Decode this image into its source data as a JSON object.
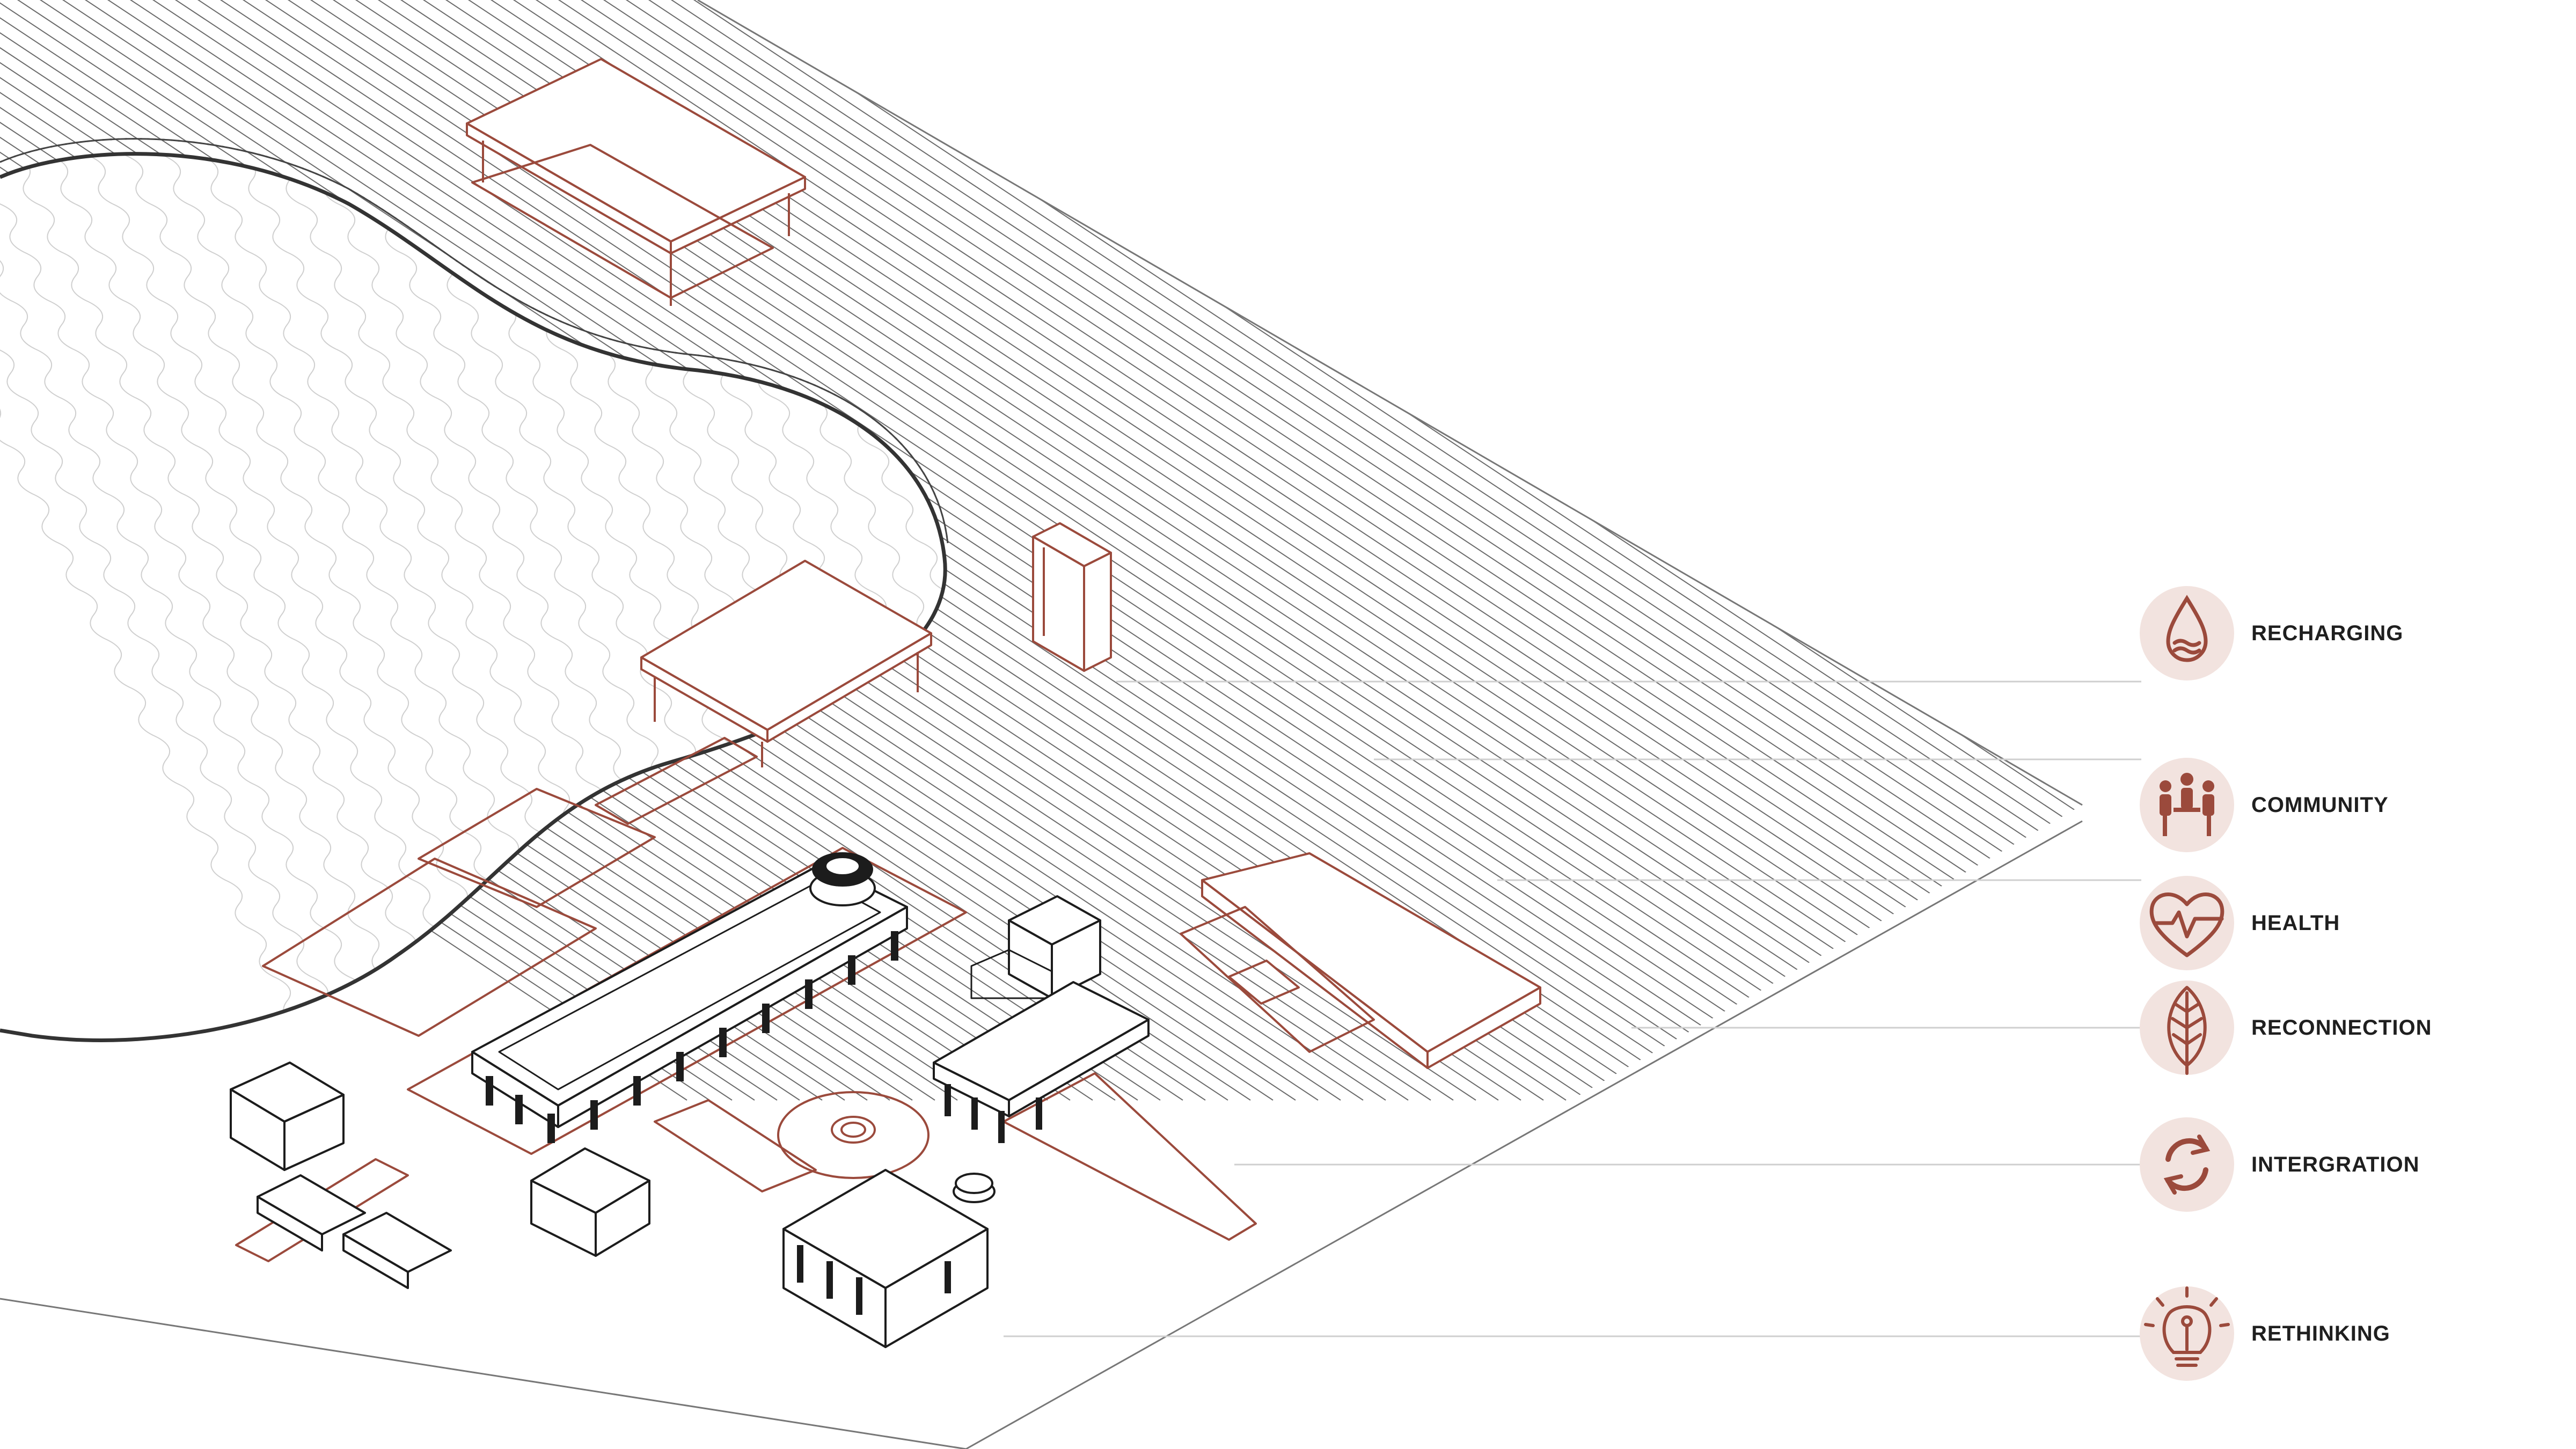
{
  "legend": {
    "items": [
      {
        "id": "recharging",
        "label": "RECHARGING",
        "icon": "water-drop-icon"
      },
      {
        "id": "community",
        "label": "COMMUNITY",
        "icon": "people-circle-icon"
      },
      {
        "id": "health",
        "label": "HEALTH",
        "icon": "heart-pulse-icon"
      },
      {
        "id": "reconnection",
        "label": "RECONNECTION",
        "icon": "leaf-icon"
      },
      {
        "id": "intergration",
        "label": "INTERGRATION",
        "icon": "cycle-arrows-icon"
      },
      {
        "id": "rethinking",
        "label": "RETHINKING",
        "icon": "light-bulb-icon"
      }
    ]
  },
  "colors": {
    "accent": "#9b4a3c",
    "icon_bg": "#f2e3df",
    "linework": "#555555",
    "leader": "#cfcfcf"
  }
}
